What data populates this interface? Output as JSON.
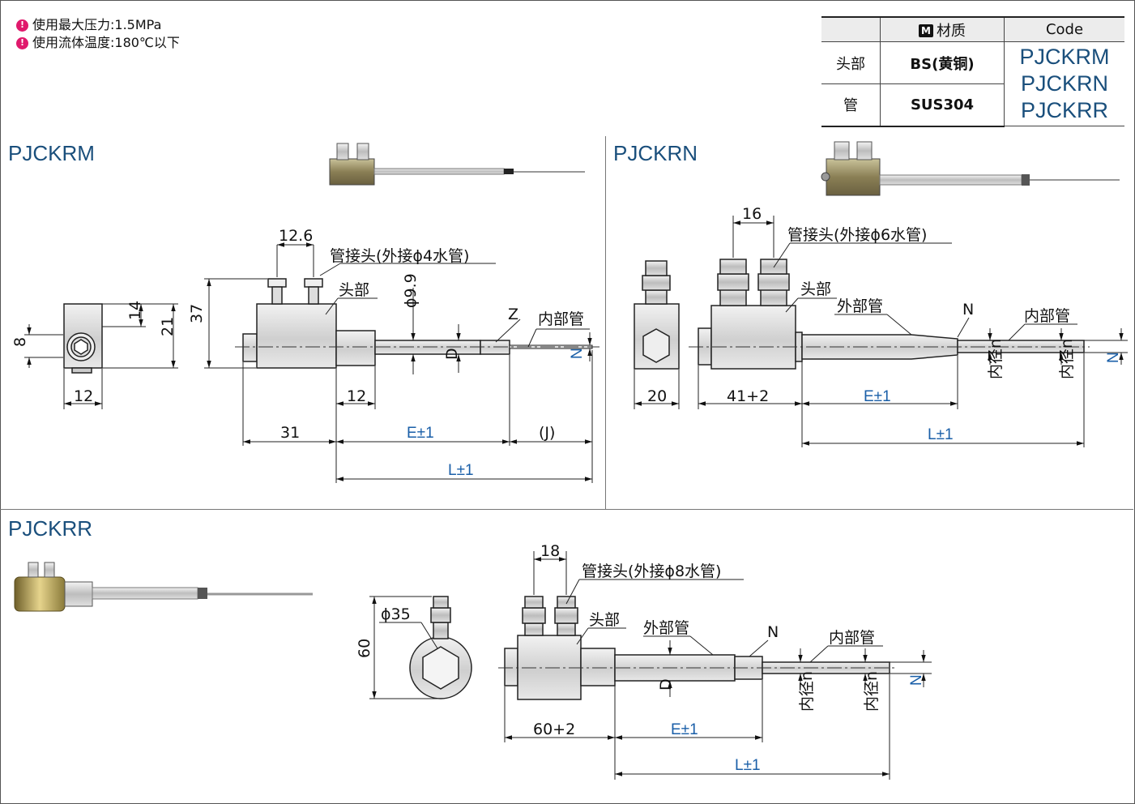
{
  "notes": [
    "使用最大压力:1.5MPa",
    "使用流体温度:180℃以下"
  ],
  "spec_table": {
    "header": {
      "material": "材质",
      "code": "Code"
    },
    "rows": [
      {
        "part": "头部",
        "material": "BS(黄铜)"
      },
      {
        "part": "管",
        "material": "SUS304"
      }
    ],
    "codes": [
      "PJCKRM",
      "PJCKRN",
      "PJCKRR"
    ]
  },
  "sections": {
    "rm": {
      "title": "PJCKRM",
      "dims": {
        "pitch": "12.6",
        "h37": "37",
        "h21": "21",
        "h14": "14",
        "h8": "8",
        "w12": "12",
        "d12": "12",
        "l31": "31",
        "dia": "ϕ9.9"
      },
      "labels": {
        "fitting": "管接头(外接ϕ4水管)",
        "head": "头部",
        "z": "Z",
        "inner": "内部管",
        "d": "D",
        "n": "N",
        "e": "E±1",
        "j": "(J)",
        "l": "L±1"
      }
    },
    "rn": {
      "title": "PJCKRN",
      "dims": {
        "pitch": "16",
        "w20": "20",
        "l41": "41+2"
      },
      "labels": {
        "fitting": "管接头(外接ϕ6水管)",
        "head": "头部",
        "outer": "外部管",
        "n_top": "N",
        "inner": "内部管",
        "bore1": "内径n",
        "bore2": "内径n",
        "n": "N",
        "e": "E±1",
        "l": "L±1"
      }
    },
    "rr": {
      "title": "PJCKRR",
      "dims": {
        "pitch": "18",
        "h60": "60",
        "dia": "ϕ35",
        "l60": "60+2"
      },
      "labels": {
        "fitting": "管接头(外接ϕ8水管)",
        "head": "头部",
        "outer": "外部管",
        "n_top": "N",
        "inner": "内部管",
        "d": "D",
        "bore1": "内径n",
        "bore2": "内径n",
        "n": "N",
        "e": "E±1",
        "l": "L±1"
      }
    }
  }
}
